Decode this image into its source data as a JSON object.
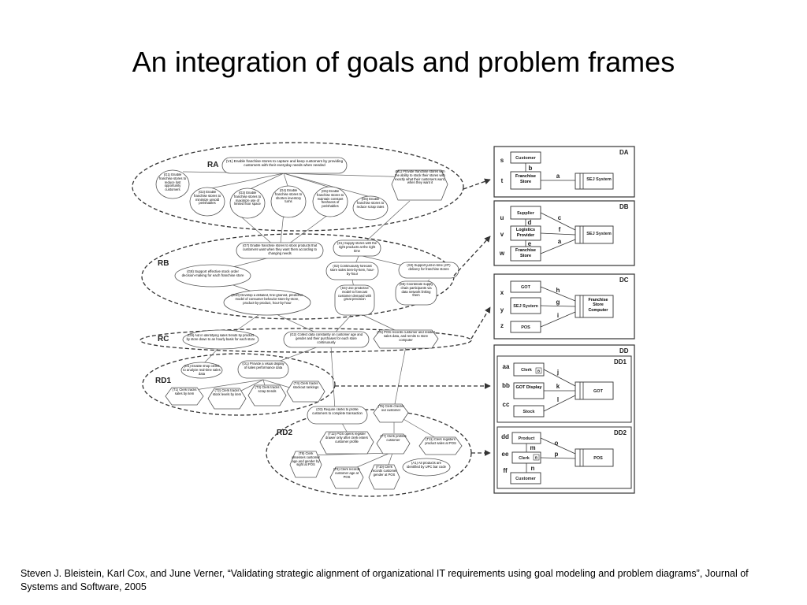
{
  "title": "An integration of goals and problem frames",
  "citation": "Steven J. Bleistein, Karl Cox, and June Verner, “Validating strategic alignment of organizational IT requirements using goal modeling and problem diagrams”, Journal of Systems and Software, 2005",
  "regions": {
    "ra": "RA",
    "rb": "RB",
    "rc": "RC",
    "rd1": "RD1",
    "rd2": "RD2"
  },
  "goals": {
    "v1": "(V1) Enable franchise stores to capture and keep customers by providing customers with their everyday needs when needed",
    "g1": "(G1) Enable franchise stores to reduce lost opportunity customers",
    "g2": "(G2) Enable franchise stores to minimize unsold perishables",
    "g3": "(G3) Enable franchise stores to maximize use of limited floor space",
    "g4": "(G4) Enable franchise stores to shorten inventory turns",
    "g5": "(G5) Enable franchise stores to maintain constant freshness of perishables",
    "g6": "(G6) Enable franchise stores to reduce scrap rates",
    "m1": "(M1) Provide franchise stores with the ability to stock their stores with exactly what their customers want, when they want it",
    "g7": "(G7) Enable franchise stores to stock products that customers want when they want them according to changing needs",
    "s1": "(S1) Supply stores with the right products at the right time",
    "g8": "(G8) Support effective stock order decision-making for each franchise store",
    "s2": "(S2) Continuously forecast store sales item-by-item, hour-by-hour",
    "s3": "(S3) Support just-in-time (JIT) delivery for franchise stores",
    "g10": "(G10) Develop a detailed, fine-grained, predictive model of consumer behavior store-by-store, product-by-product, hour-by-hour",
    "s4": "(S4) Use predictive model to forecast customer demand with great precision",
    "s5": "(S5) Coordinate supply chain participants via data network linking them",
    "g9": "(G9) Aid in identifying sales trends by product by store down to an hourly basis for each store",
    "g11": "(G2) Collect data constantly on customer age and gender and their purchases for each store continuously",
    "t5": "(T5) POS records customer and related sales data, and remits to store computer",
    "o11": "(O1) Enable shop clerks to analyze real-time sales data",
    "o1": "(O1) Provide a visual display of sales performance data",
    "t1": "(T1) Clerk tracks sales by item",
    "t2": "(T2) Clerk tracks stock levels by item",
    "t3": "(T3) Clerk tracks scrap trends",
    "t4": "(T4) Clerk tracks stockout rankings",
    "o3": "(O3) Require clerks to profile customers to complete transaction",
    "t6": "(T6) Clerk checks out customer",
    "t12": "(T12) POS opens register drawer only after clerk enters customer profile",
    "t7": "(T7) Clerk profiles customer",
    "t11": "(T11) Clerk registers product sales at POS",
    "t8": "(T8) Clerk assesses customer age and gender by sight at POS",
    "t9": "(T9) Clerk records customer age at POS",
    "t10": "(T10) Clerk records customer gender at POS",
    "a1": "(A1) All products are identified by UPC bar code"
  },
  "panels": {
    "da": "DA",
    "db": "DB",
    "dc": "DC",
    "dd": "DD",
    "dd1": "DD1",
    "dd2": "DD2"
  },
  "boxes": {
    "customer": "Customer",
    "franchise_store": "Franchise Store",
    "sej_system": "SEJ System",
    "supplier": "Supplier",
    "logistics_provider": "Logistics Provider",
    "got": "GOT",
    "pos": "POS",
    "franchise_store_computer": "Franchise Store Computer",
    "clerk": "Clerk",
    "got_display": "GOT Display",
    "stock": "Stock",
    "product": "Product",
    "b_mark": "B"
  },
  "letters": {
    "s": "s",
    "t": "t",
    "a": "a",
    "b": "b",
    "u": "u",
    "v": "v",
    "w": "w",
    "c": "c",
    "d": "d",
    "f": "f",
    "e": "e",
    "x": "x",
    "y": "y",
    "z": "z",
    "h": "h",
    "g": "g",
    "i": "i",
    "aa": "aa",
    "bb": "bb",
    "cc": "cc",
    "j": "j",
    "k": "k",
    "l": "l",
    "dd": "dd",
    "ee": "ee",
    "ff": "ff",
    "o": "o",
    "m": "m",
    "p": "p",
    "n": "n"
  }
}
